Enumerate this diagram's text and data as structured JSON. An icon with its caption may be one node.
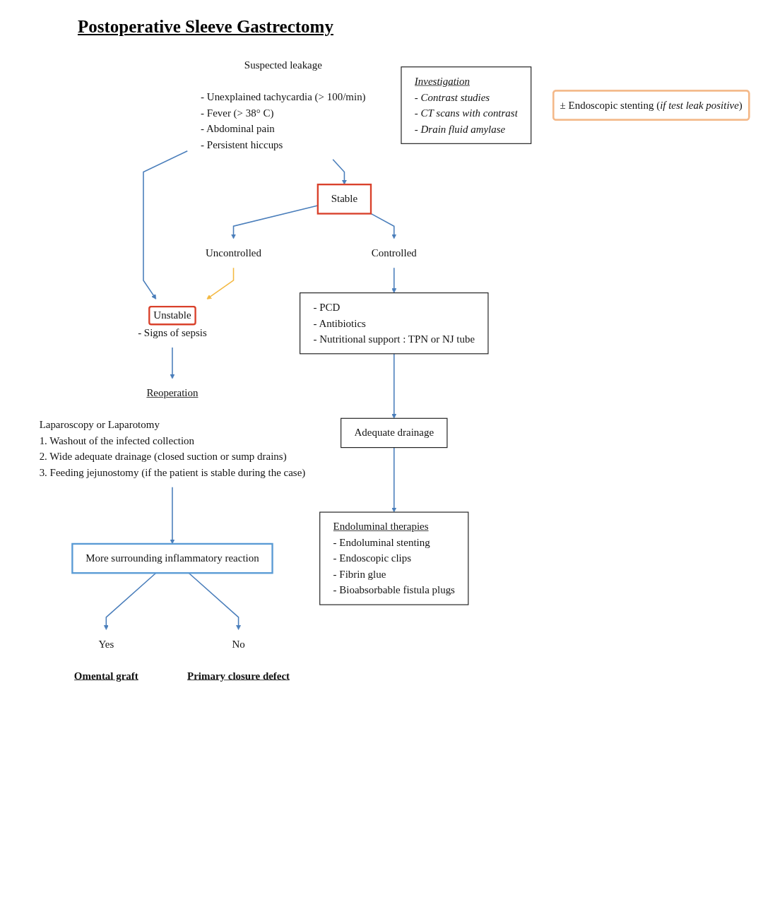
{
  "diagram": {
    "title": "Postoperative Sleeve Gastrectomy",
    "nodes": [
      {
        "text": [
          "Suspected leakage",
          "- Unexplained tachycardia (> 100/min)",
          "- Fever (> 38° C)",
          "- Abdominal pain",
          "- Persistent hiccups"
        ]
      },
      {
        "text": [
          "Investigation",
          "- Contrast studies",
          "- CT scans with contrast",
          "- Drain fluid amylase"
        ]
      },
      {
        "text": [
          "Unstable"
        ],
        "beside": [
          "- Signs of sepsis"
        ]
      },
      {
        "text": [
          "Stable"
        ]
      },
      {
        "text": [
          "Uncontrolled"
        ]
      },
      {
        "text": [
          "Controlled"
        ]
      },
      {
        "text": [
          "Reoperation",
          "Laparoscopy or Laparotomy",
          "1. Washout of the infected collection",
          "2. Wide adequate drainage (closed suction or sump drains)",
          "3. Feeding jejunostomy (if the patient is stable during the case)"
        ]
      },
      {
        "text": [
          "- PCD",
          "- Antibiotics",
          "- Nutritional support : TPN or NJ tube"
        ]
      },
      {
        "text": [
          "More surrounding inflammatory reaction"
        ]
      },
      {
        "text": [
          "Adequate drainage"
        ]
      },
      {
        "text": [
          "Yes"
        ],
        "beside": [
          "Omental graft"
        ]
      },
      {
        "text": [
          "No"
        ],
        "beside": [
          "Primary closure defect"
        ]
      },
      {
        "text": [
          "Endoluminal therapies",
          "- Endoluminal stenting",
          "- Endoscopic clips",
          "- Fibrin glue",
          "- Bioabsorbable fistula plugs"
        ]
      },
      {
        "text": [
          "± Endoscopic stenting (*if test leak positive*)"
        ]
      }
    ],
    "edges": [
      {
        "from": 0,
        "to": 2,
        "arrow": "to"
      },
      {
        "from": 0,
        "to": 3,
        "arrow": "to"
      },
      {
        "from": 3,
        "to": 4,
        "arrow": "to"
      },
      {
        "from": 3,
        "to": 5,
        "arrow": "to"
      },
      {
        "from": 4,
        "to": 2,
        "arrow": "to",
        "color": "#f4b942"
      },
      {
        "from": 2,
        "to": 6,
        "arrow": "to"
      },
      {
        "from": 5,
        "to": 7,
        "arrow": "to"
      },
      {
        "from": 6,
        "to": 8,
        "arrow": "to"
      },
      {
        "from": 7,
        "to": 9,
        "arrow": "to"
      },
      {
        "from": 8,
        "to": 10,
        "arrow": "to"
      },
      {
        "from": 8,
        "to": 11,
        "arrow": "to"
      },
      {
        "from": 9,
        "to": 12,
        "arrow": "to"
      }
    ]
  }
}
